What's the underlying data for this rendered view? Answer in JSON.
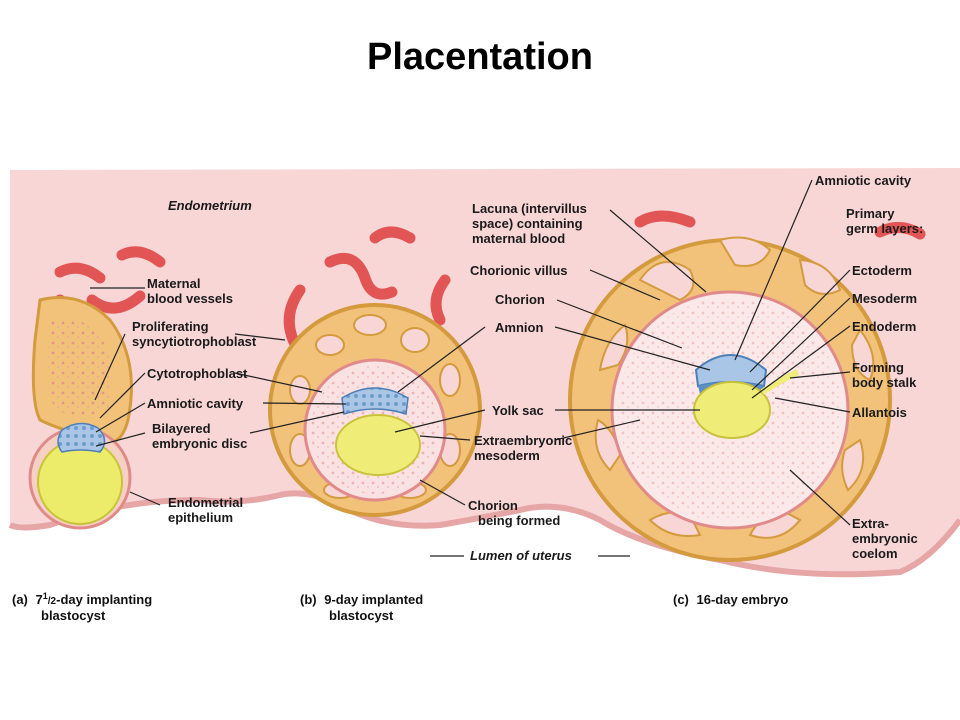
{
  "title": "Placentation",
  "labels": {
    "endometrium": "Endometrium",
    "maternal_blood_vessels": [
      "Maternal",
      "blood vessels"
    ],
    "proliferating_syncytiotrophoblast": [
      "Proliferating",
      "syncytiotrophoblast"
    ],
    "cytotrophoblast": "Cytotrophoblast",
    "amniotic_cavity_a": "Amniotic cavity",
    "bilayered_embryonic_disc": [
      "Bilayered",
      "embryonic disc"
    ],
    "endometrial_epithelium": [
      "Endometrial",
      "epithelium"
    ],
    "lacuna": [
      "Lacuna (intervillus",
      "space) containing",
      "maternal blood"
    ],
    "chorionic_villus": "Chorionic villus",
    "chorion": "Chorion",
    "amnion": "Amnion",
    "yolk_sac": "Yolk sac",
    "extraembryonic_mesoderm": [
      "Extraembryonic",
      "mesoderm"
    ],
    "chorion_being_formed": [
      "Chorion",
      "being formed"
    ],
    "lumen_of_uterus": "Lumen of uterus",
    "amniotic_cavity_c": "Amniotic cavity",
    "primary_germ_layers": [
      "Primary",
      "germ layers:"
    ],
    "ectoderm": "Ectoderm",
    "mesoderm": "Mesoderm",
    "endoderm": "Endoderm",
    "forming_body_stalk": [
      "Forming",
      "body stalk"
    ],
    "allantois": "Allantois",
    "extraembryonic_coelom": [
      "Extra-",
      "embryonic",
      "coelom"
    ]
  },
  "captions": {
    "a_letter": "(a)",
    "a_line1": "7",
    "a_sup": "1",
    "a_frac": "/2",
    "a_rest": "-day implanting",
    "a_line2": "blastocyst",
    "b_letter": "(b)",
    "b_line1": "9-day implanted",
    "b_line2": "blastocyst",
    "c_letter": "(c)",
    "c_line1": "16-day embryo"
  }
}
